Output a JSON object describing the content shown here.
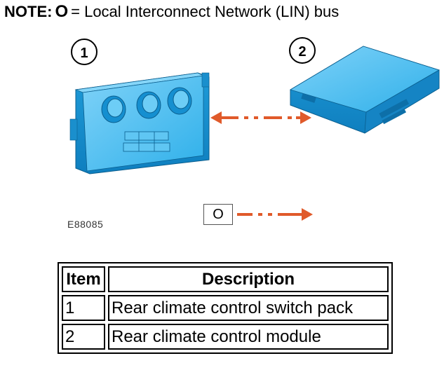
{
  "note": {
    "label": "NOTE:",
    "symbol": "O",
    "text": "= Local Interconnect Network (LIN) bus"
  },
  "figure": {
    "callouts": [
      "1",
      "2"
    ],
    "code": "E88085",
    "legend_symbol": "O",
    "arrow_color": "#e05a2a",
    "component_color": "#21a9e6"
  },
  "table": {
    "headers": [
      "Item",
      "Description"
    ],
    "rows": [
      [
        "1",
        "Rear climate control switch pack"
      ],
      [
        "2",
        "Rear climate control module"
      ]
    ]
  }
}
